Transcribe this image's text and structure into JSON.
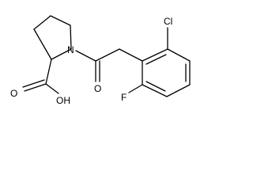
{
  "molecule": {
    "atoms": {
      "n": {
        "symbol": "N"
      },
      "o1": {
        "symbol": "O"
      },
      "o2": {
        "symbol": "OH"
      },
      "o3": {
        "symbol": "O"
      },
      "cl": {
        "symbol": "Cl"
      },
      "f": {
        "symbol": "F"
      }
    },
    "bond_color": "#000000",
    "label_color": "#000000",
    "background": "#ffffff"
  }
}
